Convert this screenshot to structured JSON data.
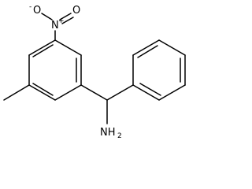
{
  "molecule": {
    "labels": {
      "nitro_nitrogen": "N",
      "nitro_nitrogen_charge": "+",
      "nitro_oxygen_single": "O",
      "nitro_oxygen_single_charge": "-",
      "nitro_oxygen_double": "O",
      "amine_label_main": "NH",
      "amine_label_sub": "2"
    }
  }
}
